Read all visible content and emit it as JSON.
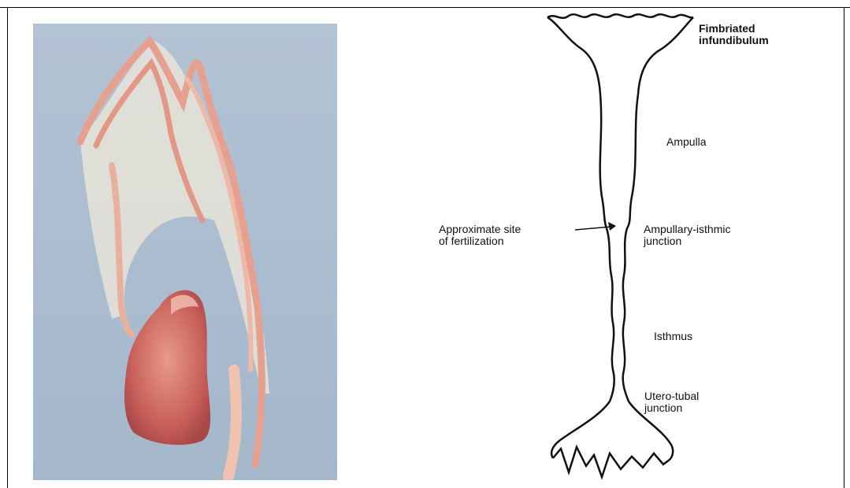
{
  "photo": {
    "description_icon": "dissected-oviduct-photo"
  },
  "diagram": {
    "labels": {
      "fimbriated": "Fimbriated\ninfundibulum",
      "ampulla": "Ampulla",
      "fertilization": "Approximate site\nof fertilization",
      "ampullary_isthmic": "Ampullary-isthmic\njunction",
      "isthmus": "Isthmus",
      "utero_tubal": "Utero-tubal\njunction"
    }
  },
  "colors": {
    "photo_background": "#a9bccf",
    "tissue": "#e9a896",
    "ink": "#111111"
  }
}
